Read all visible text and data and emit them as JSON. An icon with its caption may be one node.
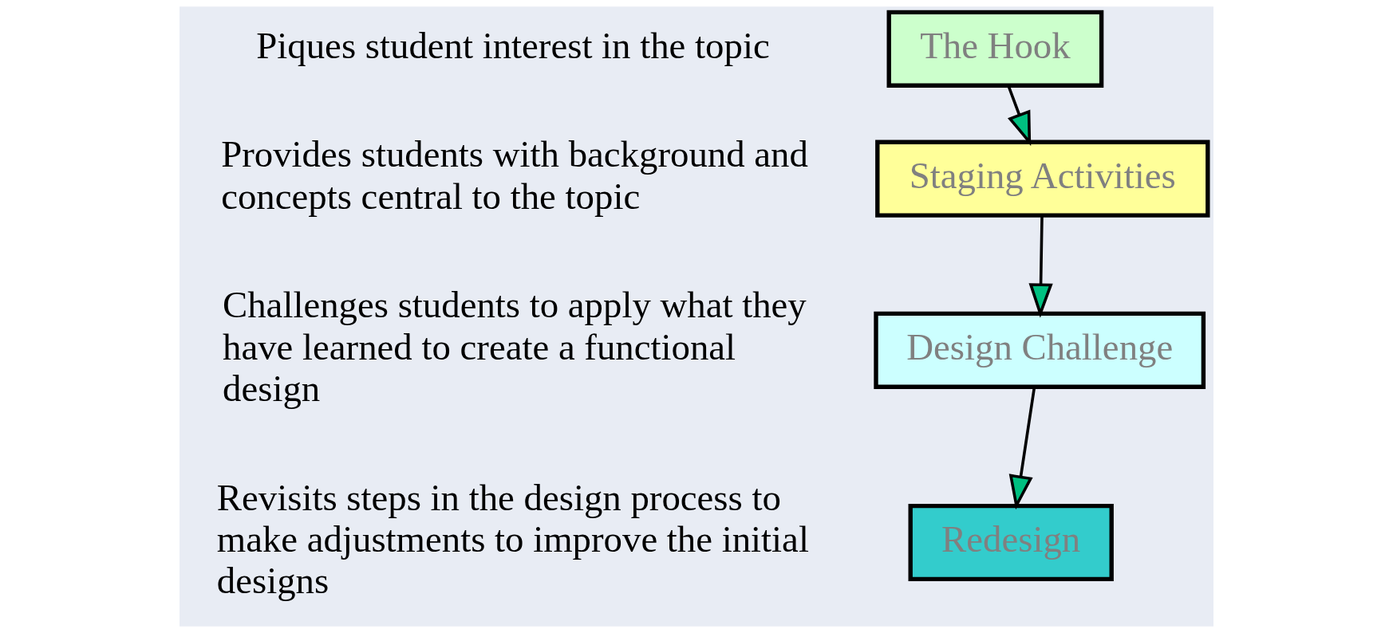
{
  "diagram": {
    "nodes": [
      {
        "text": [
          "The Hook"
        ],
        "beside": [
          "Piques student interest in the topic"
        ]
      },
      {
        "text": [
          "Staging Activities"
        ],
        "beside": [
          "Provides students with background and concepts central to the topic"
        ]
      },
      {
        "text": [
          "Design Challenge"
        ],
        "beside": [
          "Challenges students to apply what they have learned to create a functional design"
        ]
      },
      {
        "text": [
          "Redesign"
        ],
        "beside": [
          "Revisits steps in the design process to make adjustments to improve the initial designs"
        ]
      }
    ],
    "edges": [
      {
        "from": 0,
        "to": 1,
        "arrow": "to"
      },
      {
        "from": 1,
        "to": 2,
        "arrow": "to"
      },
      {
        "from": 2,
        "to": 3,
        "arrow": "to"
      }
    ]
  }
}
